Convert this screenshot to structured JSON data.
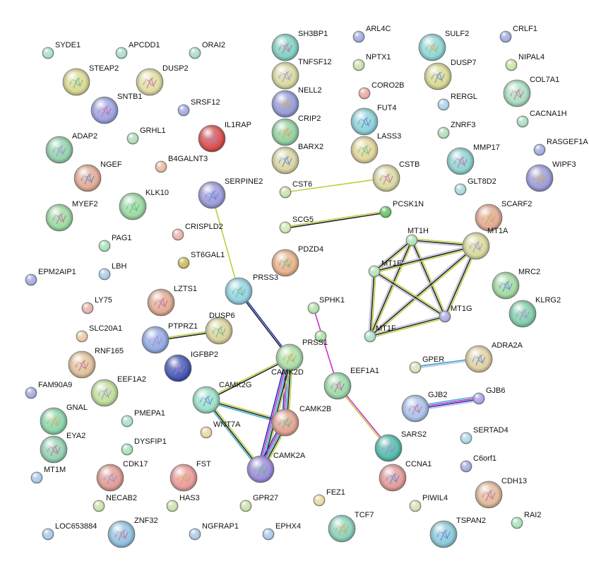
{
  "nodes": [
    {
      "id": "SYDE1",
      "label": "SYDE1",
      "color": "#a8dcc8",
      "size": "s"
    },
    {
      "id": "APCDD1",
      "label": "APCDD1",
      "color": "#a8dcc8",
      "size": "s"
    },
    {
      "id": "ORAI2",
      "label": "ORAI2",
      "color": "#a8dcc8",
      "size": "s"
    },
    {
      "id": "SH3BP1",
      "label": "SH3BP1",
      "color": "#7ecfc2",
      "size": "l"
    },
    {
      "id": "ARL4C",
      "label": "ARL4C",
      "color": "#a0a8e0",
      "size": "s"
    },
    {
      "id": "SULF2",
      "label": "SULF2",
      "color": "#8ad4d4",
      "size": "l"
    },
    {
      "id": "CRLF1",
      "label": "CRLF1",
      "color": "#a0a8e0",
      "size": "s"
    },
    {
      "id": "STEAP2",
      "label": "STEAP2",
      "color": "#d8d890",
      "size": "l"
    },
    {
      "id": "DUSP2",
      "label": "DUSP2",
      "color": "#e0dca0",
      "size": "l"
    },
    {
      "id": "TNFSF12",
      "label": "TNFSF12",
      "color": "#d8d8a0",
      "size": "l"
    },
    {
      "id": "NPTX1",
      "label": "NPTX1",
      "color": "#c8e0a8",
      "size": "s"
    },
    {
      "id": "DUSP7",
      "label": "DUSP7",
      "color": "#d8d890",
      "size": "l"
    },
    {
      "id": "NIPAL4",
      "label": "NIPAL4",
      "color": "#c8e0a8",
      "size": "s"
    },
    {
      "id": "SNTB1",
      "label": "SNTB1",
      "color": "#9aa0e0",
      "size": "l"
    },
    {
      "id": "SRSF12",
      "label": "SRSF12",
      "color": "#a0a8e0",
      "size": "s"
    },
    {
      "id": "NELL2",
      "label": "NELL2",
      "color": "#9098d8",
      "size": "l"
    },
    {
      "id": "CORO2B",
      "label": "CORO2B",
      "color": "#e8a8a0",
      "size": "s"
    },
    {
      "id": "RERGL",
      "label": "RERGL",
      "color": "#a8d0e8",
      "size": "s"
    },
    {
      "id": "COL7A1",
      "label": "COL7A1",
      "color": "#a8dcc0",
      "size": "l"
    },
    {
      "id": "IL1RAP",
      "label": "IL1RAP",
      "color": "#d84848",
      "size": "l"
    },
    {
      "id": "CRIP2",
      "label": "CRIP2",
      "color": "#90d0a0",
      "size": "l"
    },
    {
      "id": "FUT4",
      "label": "FUT4",
      "color": "#8ad0d8",
      "size": "l"
    },
    {
      "id": "ZNRF3",
      "label": "ZNRF3",
      "color": "#b0dcb8",
      "size": "s"
    },
    {
      "id": "CACNA1H",
      "label": "CACNA1H",
      "color": "#a8dcc0",
      "size": "s"
    },
    {
      "id": "ADAP2",
      "label": "ADAP2",
      "color": "#90d0a8",
      "size": "l"
    },
    {
      "id": "GRHL1",
      "label": "GRHL1",
      "color": "#b0dcb8",
      "size": "s"
    },
    {
      "id": "BARX2",
      "label": "BARX2",
      "color": "#d8d4a0",
      "size": "l"
    },
    {
      "id": "LASS3",
      "label": "LASS3",
      "color": "#e0d498",
      "size": "l"
    },
    {
      "id": "MMP17",
      "label": "MMP17",
      "color": "#8ad0d0",
      "size": "l"
    },
    {
      "id": "RASGEF1A",
      "label": "RASGEF1A",
      "color": "#a0a8e0",
      "size": "s"
    },
    {
      "id": "B4GALNT3",
      "label": "B4GALNT3",
      "color": "#e8b8a0",
      "size": "s"
    },
    {
      "id": "NGEF",
      "label": "NGEF",
      "color": "#e0a890",
      "size": "l"
    },
    {
      "id": "CST6",
      "label": "CST6",
      "color": "#c8e0a8",
      "size": "s"
    },
    {
      "id": "CSTB",
      "label": "CSTB",
      "color": "#d8d8a0",
      "size": "l"
    },
    {
      "id": "GLT8D2",
      "label": "GLT8D2",
      "color": "#a8d8e0",
      "size": "s"
    },
    {
      "id": "WIPF3",
      "label": "WIPF3",
      "color": "#9898d8",
      "size": "l"
    },
    {
      "id": "SERPINE2",
      "label": "SERPINE2",
      "color": "#9898d8",
      "size": "l"
    },
    {
      "id": "KLK10",
      "label": "KLK10",
      "color": "#98d8a0",
      "size": "l"
    },
    {
      "id": "MYEF2",
      "label": "MYEF2",
      "color": "#98d8a0",
      "size": "l"
    },
    {
      "id": "PCSK1N",
      "label": "PCSK1N",
      "color": "#60c060",
      "size": "s"
    },
    {
      "id": "SCARF2",
      "label": "SCARF2",
      "color": "#e0a890",
      "size": "l"
    },
    {
      "id": "SCG5",
      "label": "SCG5",
      "color": "#d0e8b0",
      "size": "s"
    },
    {
      "id": "CRISPLD2",
      "label": "CRISPLD2",
      "color": "#e8b0a8",
      "size": "s"
    },
    {
      "id": "MT1H",
      "label": "MT1H",
      "color": "#b0e0b8",
      "size": "s"
    },
    {
      "id": "MT1A",
      "label": "MT1A",
      "color": "#d8d898",
      "size": "l"
    },
    {
      "id": "PAG1",
      "label": "PAG1",
      "color": "#a0e0b8",
      "size": "s"
    },
    {
      "id": "ST6GAL1",
      "label": "ST6GAL1",
      "color": "#c8b850",
      "size": "s"
    },
    {
      "id": "PDZD4",
      "label": "PDZD4",
      "color": "#e8b088",
      "size": "l"
    },
    {
      "id": "MT1E",
      "label": "MT1E",
      "color": "#b8e0b8",
      "size": "s"
    },
    {
      "id": "EPM2AIP1",
      "label": "EPM2AIP1",
      "color": "#a0a8e0",
      "size": "s"
    },
    {
      "id": "LBH",
      "label": "LBH",
      "color": "#a8c8e8",
      "size": "s"
    },
    {
      "id": "MRC2",
      "label": "MRC2",
      "color": "#a0d8a0",
      "size": "l"
    },
    {
      "id": "PRSS3",
      "label": "PRSS3",
      "color": "#90d0e0",
      "size": "l"
    },
    {
      "id": "LZTS1",
      "label": "LZTS1",
      "color": "#e0a890",
      "size": "l"
    },
    {
      "id": "KLRG2",
      "label": "KLRG2",
      "color": "#80cca8",
      "size": "l"
    },
    {
      "id": "LY75",
      "label": "LY75",
      "color": "#e8b0a8",
      "size": "s"
    },
    {
      "id": "SPHK1",
      "label": "SPHK1",
      "color": "#b0e0a8",
      "size": "s"
    },
    {
      "id": "DUSP6",
      "label": "DUSP6",
      "color": "#d8d098",
      "size": "l"
    },
    {
      "id": "MT1G",
      "label": "MT1G",
      "color": "#a8a8e0",
      "size": "s"
    },
    {
      "id": "PTPRZ1",
      "label": "PTPRZ1",
      "color": "#90a8e0",
      "size": "l"
    },
    {
      "id": "SLC20A1",
      "label": "SLC20A1",
      "color": "#e8c8a0",
      "size": "s"
    },
    {
      "id": "MT1F",
      "label": "MT1F",
      "color": "#a8e0c8",
      "size": "s"
    },
    {
      "id": "PRSS1",
      "label": "PRSS1",
      "color": "#a8e0a8",
      "size": "s"
    },
    {
      "id": "RNF165",
      "label": "RNF165",
      "color": "#e0c098",
      "size": "l"
    },
    {
      "id": "IGFBP2",
      "label": "IGFBP2",
      "color": "#4050b0",
      "size": "l"
    },
    {
      "id": "CAMK2D",
      "label": "CAMK2D",
      "color": "#a8dca8",
      "size": "l"
    },
    {
      "id": "ADRA2A",
      "label": "ADRA2A",
      "color": "#e0d0a0",
      "size": "l"
    },
    {
      "id": "GPER",
      "label": "GPER",
      "color": "#d8e0b8",
      "size": "s"
    },
    {
      "id": "EEF1A1",
      "label": "EEF1A1",
      "color": "#98d8a8",
      "size": "l"
    },
    {
      "id": "EEF1A2",
      "label": "EEF1A2",
      "color": "#c0dc98",
      "size": "l"
    },
    {
      "id": "FAM90A9",
      "label": "FAM90A9",
      "color": "#a0a8e0",
      "size": "s"
    },
    {
      "id": "CAMK2G",
      "label": "CAMK2G",
      "color": "#98e0c8",
      "size": "l"
    },
    {
      "id": "CAMK2B",
      "label": "CAMK2B",
      "color": "#e0a090",
      "size": "l"
    },
    {
      "id": "GJB2",
      "label": "GJB2",
      "color": "#a8c0e8",
      "size": "l"
    },
    {
      "id": "GJB6",
      "label": "GJB6",
      "color": "#a8a0e8",
      "size": "s"
    },
    {
      "id": "GNAL",
      "label": "GNAL",
      "color": "#88d4a8",
      "size": "l"
    },
    {
      "id": "PMEPA1",
      "label": "PMEPA1",
      "color": "#a8e0c8",
      "size": "s"
    },
    {
      "id": "WNT7A",
      "label": "WNT7A",
      "color": "#e8d8a0",
      "size": "s"
    },
    {
      "id": "EYA2",
      "label": "EYA2",
      "color": "#90d0b0",
      "size": "l"
    },
    {
      "id": "SARS2",
      "label": "SARS2",
      "color": "#50b8a8",
      "size": "l"
    },
    {
      "id": "SERTAD4",
      "label": "SERTAD4",
      "color": "#a8d8e8",
      "size": "s"
    },
    {
      "id": "DYSFIP1",
      "label": "DYSFIP1",
      "color": "#a8e0b8",
      "size": "s"
    },
    {
      "id": "CAMK2A",
      "label": "CAMK2A",
      "color": "#9888d8",
      "size": "l"
    },
    {
      "id": "MT1M",
      "label": "MT1M",
      "color": "#a8c8e8",
      "size": "s"
    },
    {
      "id": "CDK17",
      "label": "CDK17",
      "color": "#e09890",
      "size": "l"
    },
    {
      "id": "FST",
      "label": "FST",
      "color": "#e89898",
      "size": "l"
    },
    {
      "id": "CCNA1",
      "label": "CCNA1",
      "color": "#e09898",
      "size": "l"
    },
    {
      "id": "C6orf1",
      "label": "C6orf1",
      "color": "#a0a8e0",
      "size": "s"
    },
    {
      "id": "CDH13",
      "label": "CDH13",
      "color": "#e0b898",
      "size": "l"
    },
    {
      "id": "FEZ1",
      "label": "FEZ1",
      "color": "#e8d8a0",
      "size": "s"
    },
    {
      "id": "NECAB2",
      "label": "NECAB2",
      "color": "#c8e0a8",
      "size": "s"
    },
    {
      "id": "HAS3",
      "label": "HAS3",
      "color": "#c8e0a8",
      "size": "s"
    },
    {
      "id": "GPR27",
      "label": "GPR27",
      "color": "#c8e0a8",
      "size": "s"
    },
    {
      "id": "PIWIL4",
      "label": "PIWIL4",
      "color": "#d8e0b0",
      "size": "s"
    },
    {
      "id": "RAI2",
      "label": "RAI2",
      "color": "#a8e0b8",
      "size": "s"
    },
    {
      "id": "TCF7",
      "label": "TCF7",
      "color": "#88d0b8",
      "size": "l"
    },
    {
      "id": "TSPAN2",
      "label": "TSPAN2",
      "color": "#88c8d8",
      "size": "l"
    },
    {
      "id": "LOC653884",
      "label": "LOC653884",
      "color": "#a8c8e8",
      "size": "s"
    },
    {
      "id": "ZNF32",
      "label": "ZNF32",
      "color": "#90c0e0",
      "size": "l"
    },
    {
      "id": "NGFRAP1",
      "label": "NGFRAP1",
      "color": "#a8c8e8",
      "size": "s"
    },
    {
      "id": "EPHX4",
      "label": "EPHX4",
      "color": "#a8c8e8",
      "size": "s"
    }
  ],
  "edges": [
    {
      "source": "CST6",
      "target": "CSTB",
      "colors": [
        "#b8d040"
      ]
    },
    {
      "source": "SCG5",
      "target": "PCSK1N",
      "colors": [
        "#c0d040",
        "#222222"
      ]
    },
    {
      "source": "SERPINE2",
      "target": "PRSS3",
      "colors": [
        "#b8d040"
      ]
    },
    {
      "source": "PRSS3",
      "target": "CAMK2D",
      "colors": [
        "#2030c0",
        "#222222"
      ]
    },
    {
      "source": "PTPRZ1",
      "target": "DUSP6",
      "colors": [
        "#c0d040",
        "#222222"
      ]
    },
    {
      "source": "SPHK1",
      "target": "EEF1A1",
      "colors": [
        "#d030c0"
      ]
    },
    {
      "source": "EEF1A1",
      "target": "SARS2",
      "colors": [
        "#d030c0",
        "#c0d040"
      ]
    },
    {
      "source": "GPER",
      "target": "ADRA2A",
      "colors": [
        "#30a0d0",
        "#c0c0e0"
      ]
    },
    {
      "source": "GJB2",
      "target": "GJB6",
      "colors": [
        "#40b8d0",
        "#d030c0",
        "#2030c0",
        "#c0c0e0"
      ]
    },
    {
      "source": "MT1H",
      "target": "MT1A",
      "colors": [
        "#c0d040",
        "#222222",
        "#c0c0e0"
      ]
    },
    {
      "source": "MT1H",
      "target": "MT1E",
      "colors": [
        "#c0d040",
        "#222222",
        "#c0c0e0"
      ]
    },
    {
      "source": "MT1H",
      "target": "MT1G",
      "colors": [
        "#c0d040",
        "#222222",
        "#c0c0e0"
      ]
    },
    {
      "source": "MT1H",
      "target": "MT1F",
      "colors": [
        "#c0d040",
        "#222222",
        "#c0c0e0"
      ]
    },
    {
      "source": "MT1A",
      "target": "MT1E",
      "colors": [
        "#c0d040",
        "#222222",
        "#c0c0e0"
      ]
    },
    {
      "source": "MT1A",
      "target": "MT1G",
      "colors": [
        "#c0d040",
        "#222222",
        "#c0c0e0"
      ]
    },
    {
      "source": "MT1A",
      "target": "MT1F",
      "colors": [
        "#c0d040",
        "#222222",
        "#c0c0e0"
      ]
    },
    {
      "source": "MT1E",
      "target": "MT1G",
      "colors": [
        "#c0d040",
        "#222222",
        "#c0c0e0"
      ]
    },
    {
      "source": "MT1E",
      "target": "MT1F",
      "colors": [
        "#c0d040",
        "#222222",
        "#c0c0e0"
      ]
    },
    {
      "source": "MT1G",
      "target": "MT1F",
      "colors": [
        "#c0d040",
        "#222222",
        "#c0c0e0"
      ]
    },
    {
      "source": "CAMK2G",
      "target": "CAMK2D",
      "colors": [
        "#c0d040",
        "#222222"
      ]
    },
    {
      "source": "CAMK2G",
      "target": "CAMK2B",
      "colors": [
        "#c0d040",
        "#222222",
        "#40b8d0"
      ]
    },
    {
      "source": "CAMK2G",
      "target": "CAMK2A",
      "colors": [
        "#c0d040",
        "#222222",
        "#40b8d0"
      ]
    },
    {
      "source": "CAMK2D",
      "target": "CAMK2B",
      "colors": [
        "#c0d040",
        "#222222",
        "#40b8d0",
        "#d030c0",
        "#2030c0"
      ]
    },
    {
      "source": "CAMK2D",
      "target": "CAMK2A",
      "colors": [
        "#c0d040",
        "#222222",
        "#40b8d0",
        "#d030c0",
        "#2030c0"
      ]
    },
    {
      "source": "CAMK2B",
      "target": "CAMK2A",
      "colors": [
        "#c0d040",
        "#222222",
        "#40b8d0",
        "#d030c0",
        "#2030c0"
      ]
    }
  ]
}
